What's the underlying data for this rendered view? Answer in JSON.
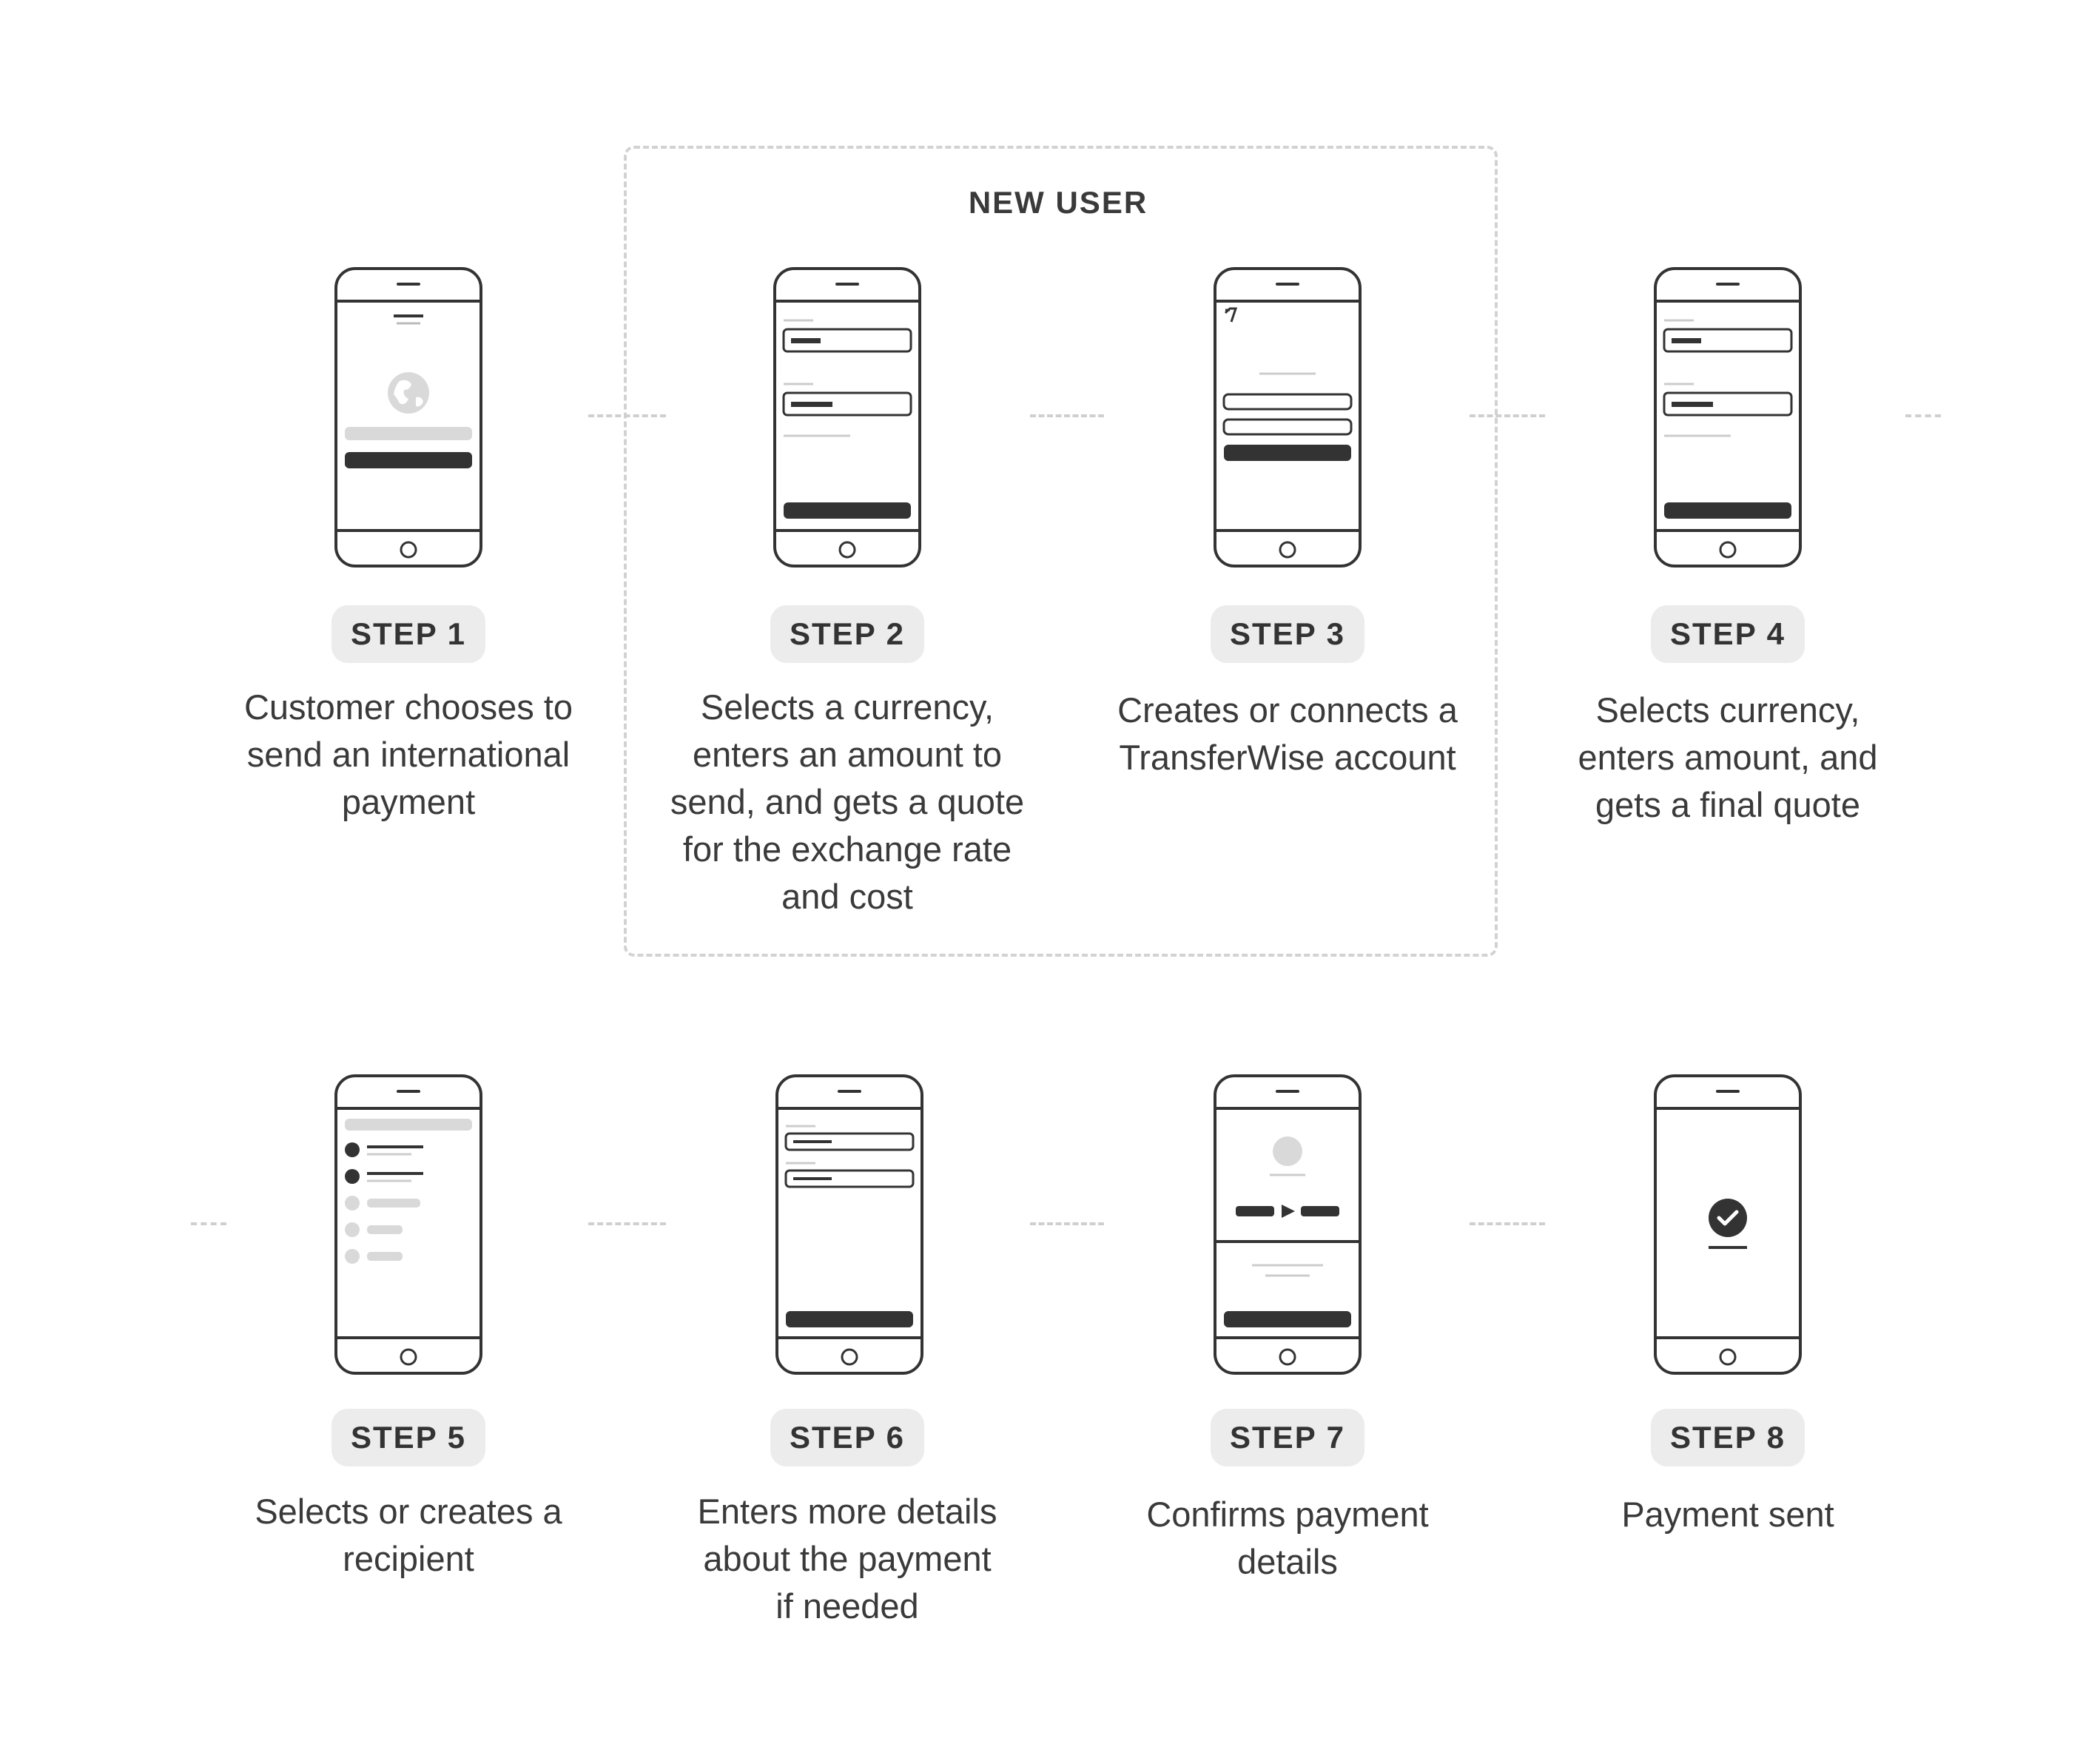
{
  "group_label": "NEW USER",
  "steps": [
    {
      "badge": "STEP 1",
      "description": "Customer chooses to\nsend an international\npayment",
      "screen_icon": "globe-icon"
    },
    {
      "badge": "STEP 2",
      "description": "Selects a currency,\nenters an amount to\nsend, and gets a quote\nfor the exchange rate\nand cost",
      "screen_icon": "amount-form-icon"
    },
    {
      "badge": "STEP 3",
      "description": "Creates or connects a\nTransferWise account",
      "screen_icon": "transferwise-logo-icon"
    },
    {
      "badge": "STEP 4",
      "description": "Selects currency,\nenters amount, and\ngets a final quote",
      "screen_icon": "amount-form-icon"
    },
    {
      "badge": "STEP 5",
      "description": "Selects or creates a\nrecipient",
      "screen_icon": "recipient-list-icon"
    },
    {
      "badge": "STEP 6",
      "description": "Enters more details\nabout the payment\nif needed",
      "screen_icon": "details-form-icon"
    },
    {
      "badge": "STEP 7",
      "description": "Confirms payment\ndetails",
      "screen_icon": "transfer-arrow-icon"
    },
    {
      "badge": "STEP 8",
      "description": "Payment sent",
      "screen_icon": "check-circle-icon"
    }
  ],
  "colors": {
    "outline": "#333333",
    "dark_fill": "#333333",
    "light_fill": "#d9d9d9",
    "badge_bg": "#ececec",
    "dashed": "#d2d2d2"
  }
}
